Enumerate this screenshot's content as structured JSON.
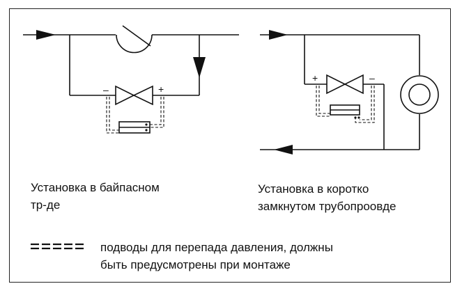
{
  "captions": {
    "left": "Установка в байпасном\nтр-де",
    "right": "Установка в коротко\nзамкнутом трубопроовде"
  },
  "legend": {
    "text": "подводы для перепада давления, должны\nбыть предусмотрены при монтаже"
  },
  "signs": {
    "minus": "–",
    "plus": "+"
  }
}
